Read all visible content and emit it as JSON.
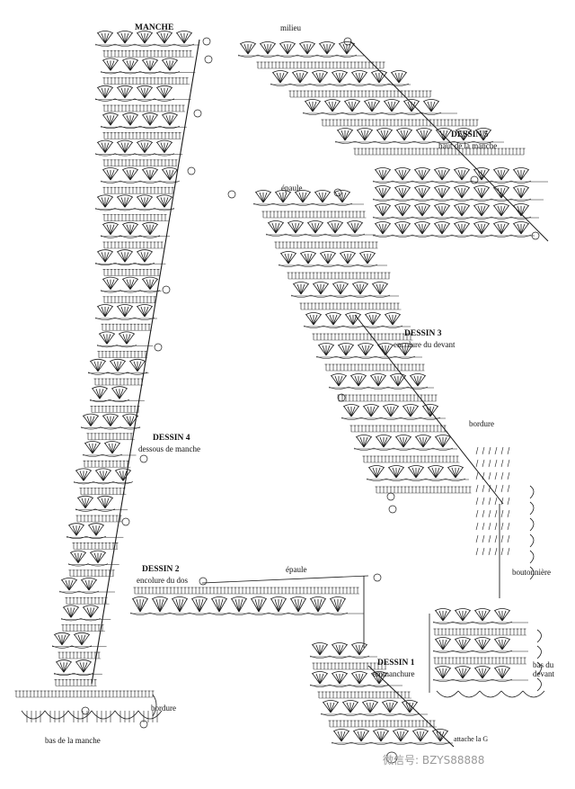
{
  "labels": {
    "manche": "MANCHE",
    "milieu": "milieu",
    "dessin5": "DESSIN 5",
    "dessin5_sub": "haut de la manche",
    "epaule_top": "épaule",
    "dessin3": "DESSIN 3",
    "dessin3_sub": "encolure du devant",
    "bordure_right": "bordure",
    "dessin4": "DESSIN 4",
    "dessin4_sub": "dessous de manche",
    "boutonniere": "boutonnière",
    "dessin2": "DESSIN 2",
    "dessin2_sub": "encolure du dos",
    "epaule_mid": "épaule",
    "bas_du_devant": "bas du\ndevant",
    "dessin1": "DESSIN 1",
    "dessin1_sub": "emmanchure",
    "bordure_left": "bordure",
    "bas_de_la_manche": "bas de la manche",
    "small_note": "attache la G"
  },
  "watermark": "微信号: BZYS88888",
  "colors": {
    "ink": "#1a1a1a",
    "paper": "#ffffff",
    "watermark": "#9a9a9a"
  }
}
